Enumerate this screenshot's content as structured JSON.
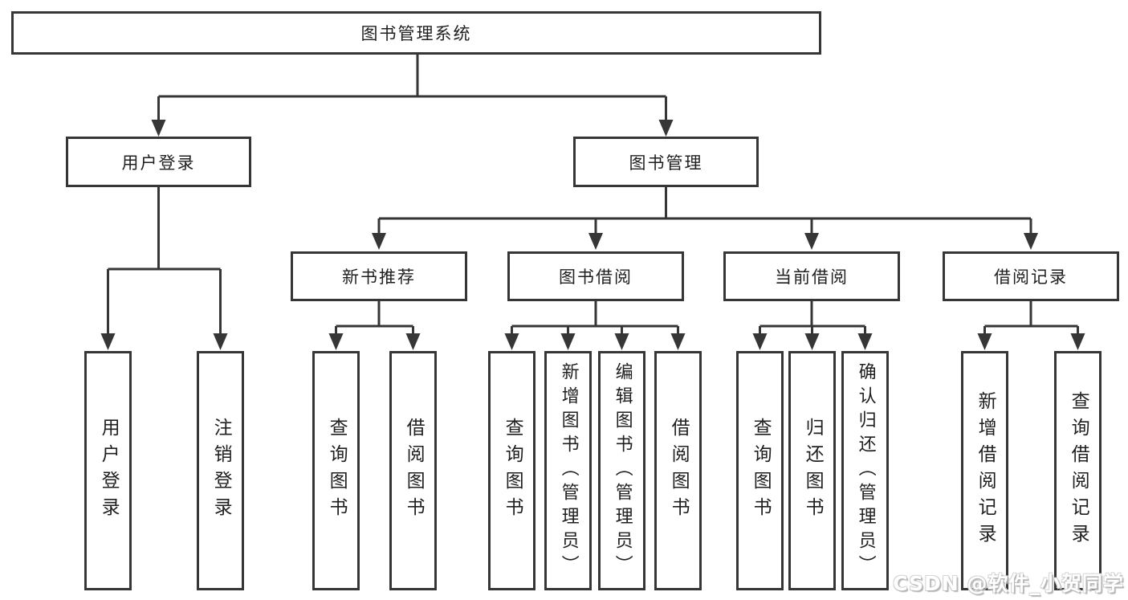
{
  "diagram": {
    "title": "图书管理系统",
    "user_branch": {
      "label": "用户登录",
      "children": [
        "用户登录",
        "注销登录"
      ]
    },
    "book_branch": {
      "label": "图书管理",
      "groups": [
        {
          "label": "新书推荐",
          "children": [
            "查询图书",
            "借阅图书"
          ]
        },
        {
          "label": "图书借阅",
          "children": [
            "查询图书",
            "新增图书（管理员）",
            "编辑图书（管理员）",
            "借阅图书"
          ]
        },
        {
          "label": "当前借阅",
          "children": [
            "查询图书",
            "归还图书",
            "确认归还（管理员）"
          ]
        },
        {
          "label": "借阅记录",
          "children": [
            "新增借阅记录",
            "查询借阅记录"
          ]
        }
      ]
    }
  },
  "watermark": "CSDN @软件_小贺同学",
  "colors": {
    "line": "#363636",
    "box_border": "#363636",
    "text": "#1f1f1f",
    "background": "#ffffff",
    "watermark_fill": "#ffffff",
    "watermark_outline": "#b5b5b5"
  }
}
